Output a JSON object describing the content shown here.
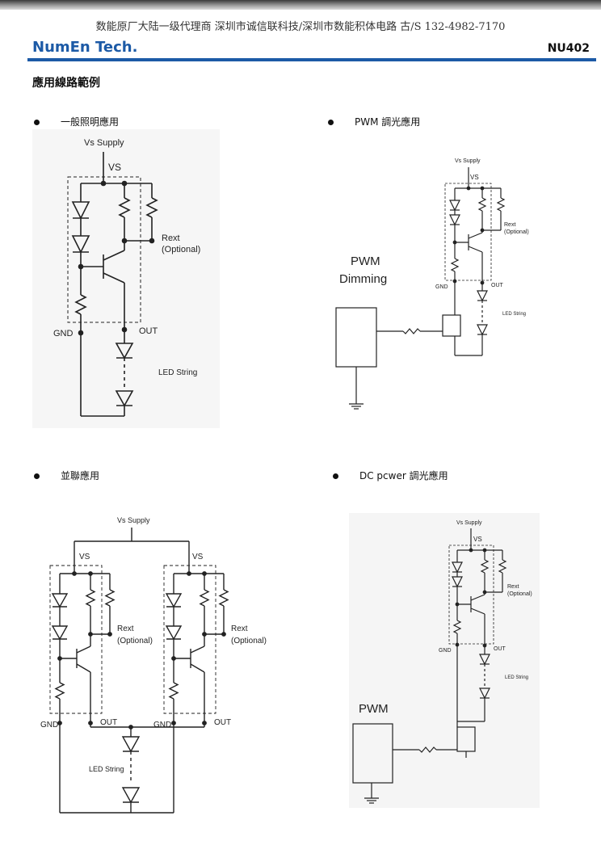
{
  "header": {
    "distributor_line": "数能原厂大陆一级代理商 深圳市诚信联科技/深圳市数能积体电路 古/S  132-4982-7170",
    "brand": "NumEn Tech.",
    "part_number": "NU402"
  },
  "section_title": "應用線路範例",
  "applications": [
    {
      "title": "一般照明應用"
    },
    {
      "title": "PWM 調光應用"
    },
    {
      "title": "並聯應用"
    },
    {
      "title": "DC pcwer 調光應用"
    }
  ],
  "labels": {
    "vs_supply": "Vs Supply",
    "vs": "VS",
    "rext": "Rext",
    "optional": "(Optional)",
    "gnd": "GND",
    "out": "OUT",
    "led_string": "LED String",
    "pwm": "PWM",
    "dimming": "Dimming"
  }
}
